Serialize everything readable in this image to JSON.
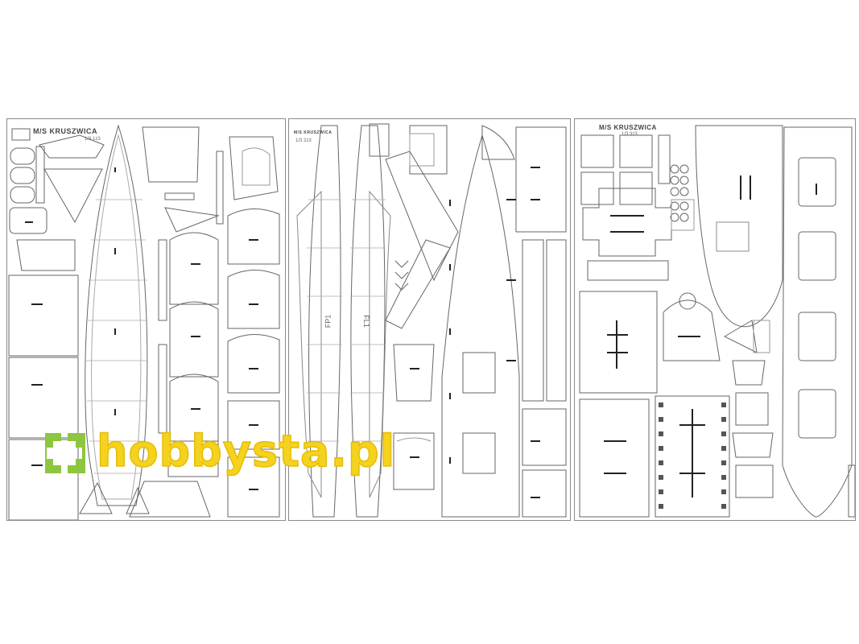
{
  "sheets": [
    {
      "title": "M/S KRUSZWICA",
      "scale": "1/3 1z3"
    },
    {
      "title": "M/S KRUSZWICA",
      "scale": "1/3 2z3"
    },
    {
      "title": "M/S KRUSZWICA",
      "scale": "1/3 3z3"
    }
  ],
  "part_labels": {
    "fp1": "FP1",
    "fl1": "FL1"
  },
  "watermark": {
    "text": "hobbysta.pl",
    "logo": "hobbysta-logo-icon"
  },
  "colors": {
    "line": "#555555",
    "light_line": "#999999",
    "mark": "#222222",
    "watermark": "#f4d21e",
    "watermark_logo": "#8dc63f"
  }
}
